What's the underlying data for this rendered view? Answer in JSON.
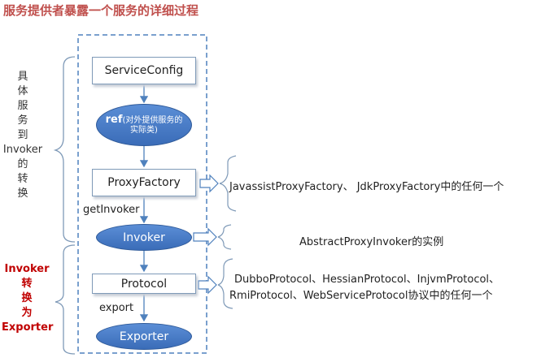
{
  "title": "服务提供者暴露一个服务的详细过程",
  "left_labels": {
    "upper": [
      "具",
      "体",
      "服",
      "务",
      "到",
      "Invoker",
      "的",
      "转",
      "换"
    ],
    "lower": [
      "Invoker",
      "转",
      "换",
      "为",
      "Exporter"
    ]
  },
  "nodes": {
    "service_config": "ServiceConfig",
    "ref_title": "ref",
    "ref_detail": "(对外提供服务的实际类)",
    "proxy_factory": "ProxyFactory",
    "invoker": "Invoker",
    "protocol": "Protocol",
    "exporter": "Exporter"
  },
  "edge_labels": {
    "get_invoker": "getInvoker",
    "export": "export"
  },
  "notes": {
    "proxy_factory": "JavassistProxyFactory、 JdkProxyFactory中的任何一个",
    "invoker": "AbstractProxyInvoker的实例",
    "protocol_line1": "DubboProtocol、HessianProtocol、InjvmProtocol、",
    "protocol_line2": "RmiProtocol、WebServiceProtocol协议中的任何一个"
  },
  "colors": {
    "title": "#c0504d",
    "red_label": "#c00000",
    "ellipse_fill": "#4a7cc7",
    "dashed_border": "#4f81bd",
    "arrow": "#4f81bd"
  }
}
